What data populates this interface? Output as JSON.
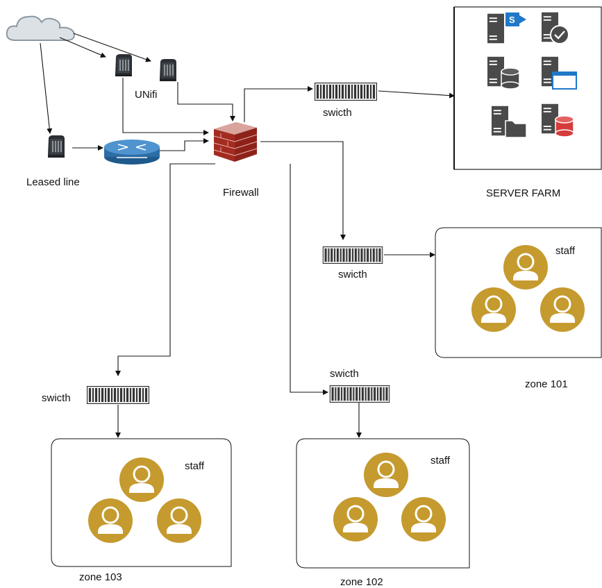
{
  "labels": {
    "unifi": "UNifi",
    "leased_line": "Leased line",
    "firewall": "Firewall",
    "server_farm": "SERVER FARM",
    "switch_server": "swicth",
    "switch_101": "swicth",
    "switch_102": "swicth",
    "switch_103": "swicth"
  },
  "zones": {
    "z101": {
      "name": "zone 101",
      "staff": "staff"
    },
    "z102": {
      "name": "zone 102",
      "staff": "staff"
    },
    "z103": {
      "name": "zone 103",
      "staff": "staff"
    }
  },
  "servers": [
    "sharepoint-server-icon",
    "verified-server-icon",
    "database-server-icon",
    "web-server-icon",
    "file-server-icon",
    "sql-server-icon"
  ],
  "colors": {
    "staff_gold": "#c59a2e",
    "firewall_red": "#c0392b",
    "router_blue": "#2d6da5",
    "server_gray": "#4a4a4a",
    "cloud_fill": "#dce1e6"
  }
}
